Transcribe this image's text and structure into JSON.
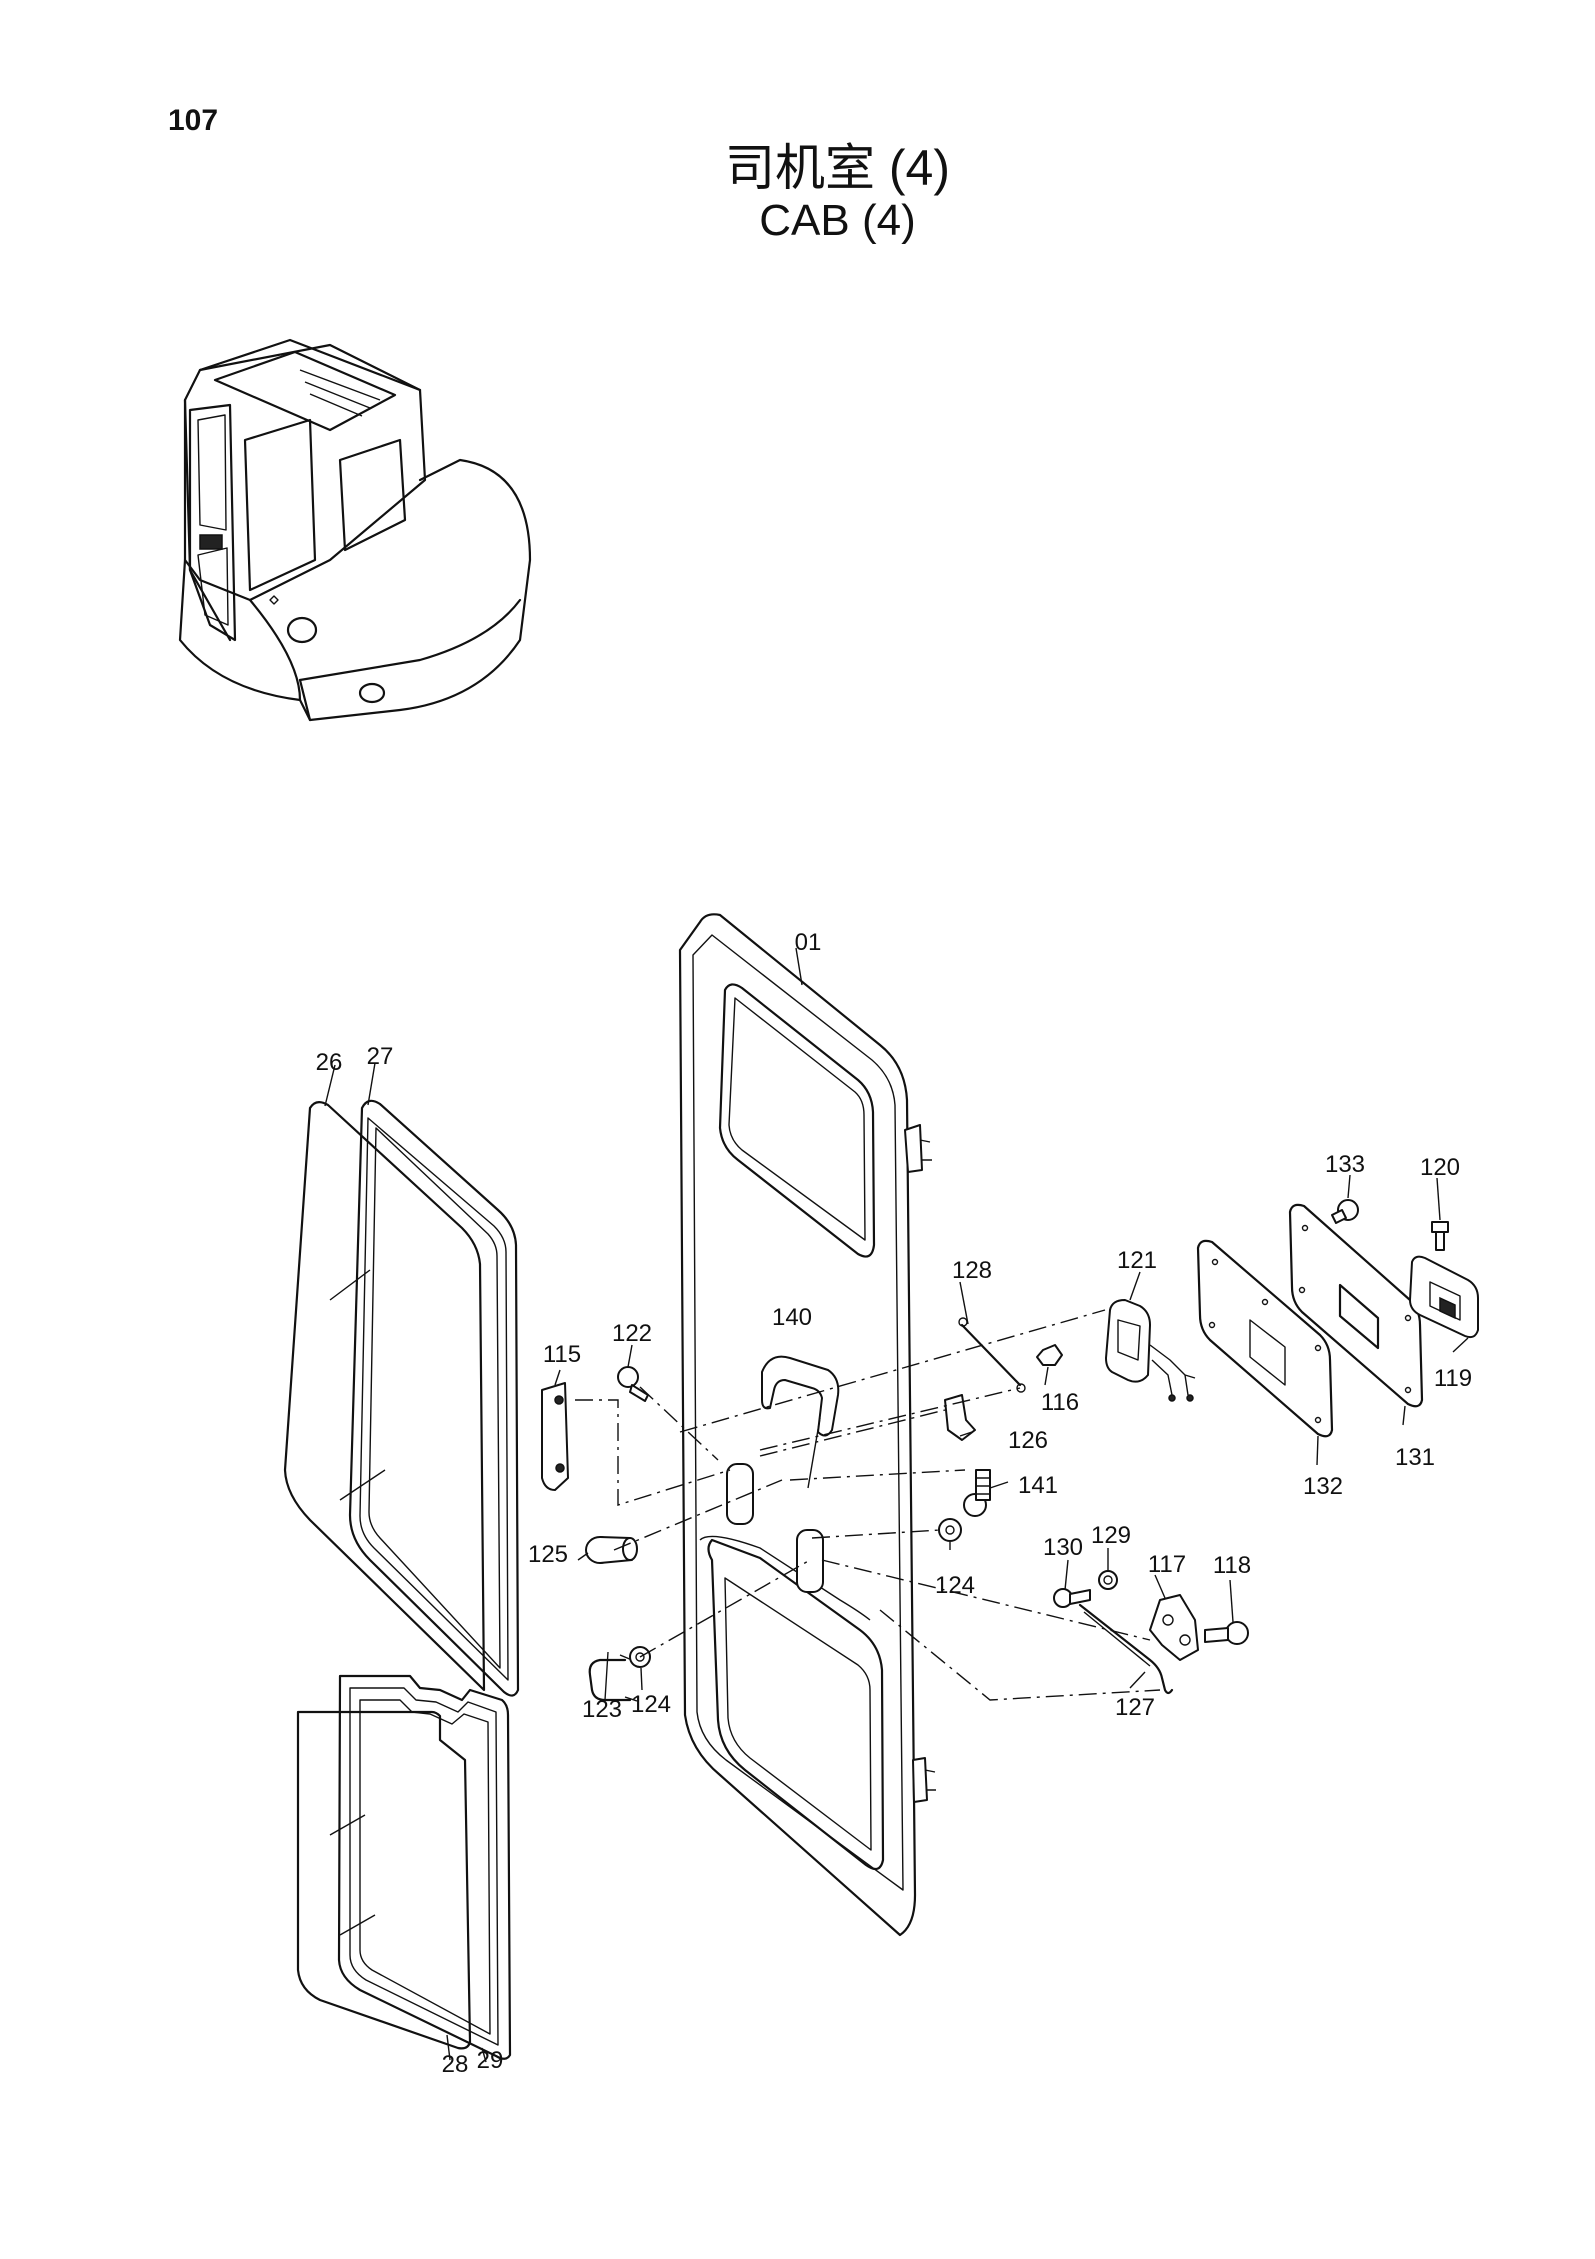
{
  "page_number": "107",
  "title_cn": "司机室 (4)",
  "title_en": "CAB  (4)",
  "callouts": {
    "p01": "01",
    "p26": "26",
    "p27": "27",
    "p28": "28",
    "p29": "29",
    "p115": "115",
    "p116": "116",
    "p117": "117",
    "p118": "118",
    "p119": "119",
    "p120": "120",
    "p121": "121",
    "p122": "122",
    "p123": "123",
    "p124a": "124",
    "p124b": "124",
    "p125": "125",
    "p126": "126",
    "p127": "127",
    "p128": "128",
    "p129": "129",
    "p130": "130",
    "p131": "131",
    "p132": "132",
    "p133": "133",
    "p140": "140",
    "p141": "141"
  }
}
